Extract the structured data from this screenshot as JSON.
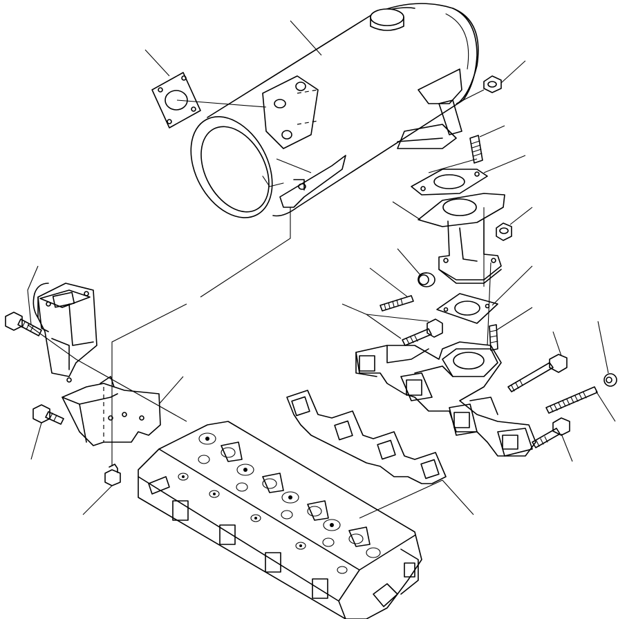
{
  "diagram": {
    "parts": [
      {
        "id": "muffler",
        "kind": "component"
      },
      {
        "id": "muffler-gasket",
        "kind": "gasket"
      },
      {
        "id": "muffler-nut",
        "kind": "fastener"
      },
      {
        "id": "muffler-stud",
        "kind": "fastener"
      },
      {
        "id": "elbow-gasket",
        "kind": "gasket"
      },
      {
        "id": "exhaust-elbow",
        "kind": "component"
      },
      {
        "id": "elbow-nut",
        "kind": "fastener"
      },
      {
        "id": "washer",
        "kind": "fastener"
      },
      {
        "id": "manifold-stud",
        "kind": "fastener"
      },
      {
        "id": "manifold-gasket-flange",
        "kind": "gasket"
      },
      {
        "id": "flange-stud",
        "kind": "fastener"
      },
      {
        "id": "manifold-bolts",
        "kind": "fastener"
      },
      {
        "id": "long-bolt",
        "kind": "fastener"
      },
      {
        "id": "right-washer",
        "kind": "fastener"
      },
      {
        "id": "right-stud",
        "kind": "fastener"
      },
      {
        "id": "lower-bolt",
        "kind": "fastener"
      },
      {
        "id": "exhaust-manifold",
        "kind": "component"
      },
      {
        "id": "manifold-gasket",
        "kind": "gasket"
      },
      {
        "id": "cylinder-head",
        "kind": "component"
      },
      {
        "id": "intake-elbow",
        "kind": "component"
      },
      {
        "id": "left-bolt",
        "kind": "fastener"
      },
      {
        "id": "bracket",
        "kind": "component"
      },
      {
        "id": "bracket-bolt",
        "kind": "fastener"
      },
      {
        "id": "bracket-nut",
        "kind": "fastener"
      }
    ]
  }
}
